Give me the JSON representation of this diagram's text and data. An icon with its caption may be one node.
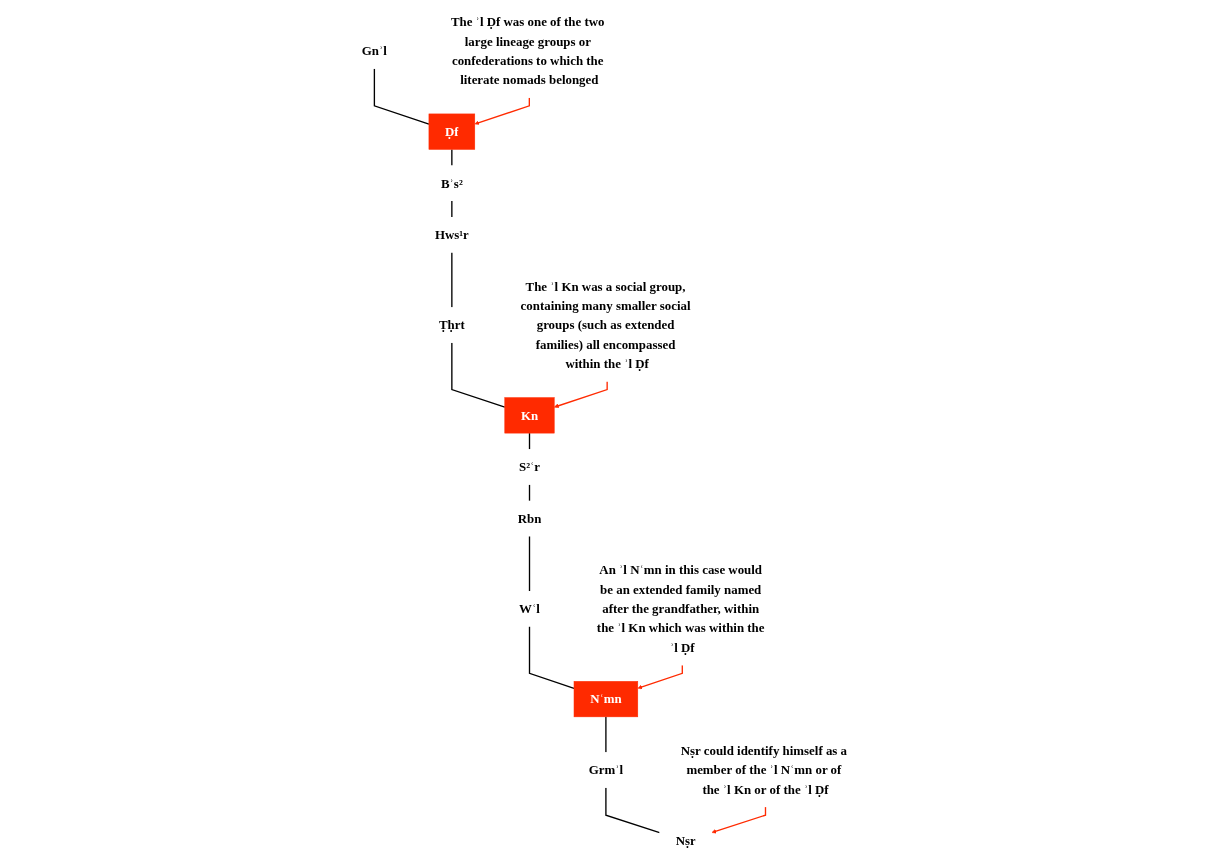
{
  "diagram": {
    "nodes": [
      {
        "text": [
          "Gnʾl"
        ]
      },
      {
        "text": [
          "The ʾl Ḍf was one of the two large lineage groups or confederations to which the literate nomads belonged"
        ]
      },
      {
        "text": [
          "Ḍf"
        ]
      },
      {
        "text": [
          "Bʾs²"
        ]
      },
      {
        "text": [
          "Hws¹r"
        ]
      },
      {
        "text": [
          "Ṭḥrt"
        ]
      },
      {
        "text": [
          "Kn"
        ]
      },
      {
        "text": [
          "The ʾl Kn was a social group, containing many smaller social groups (such as extended families) all encompassed within the ʾl Ḍf"
        ]
      },
      {
        "text": [
          "S²ʿr"
        ]
      },
      {
        "text": [
          "Rbn"
        ]
      },
      {
        "text": [
          "Wʿl"
        ]
      },
      {
        "text": [
          "An ʾl Nʿmn in this case would be an extended family named after the grandfather, within the ʾl Kn which was within the ʾl Ḍf"
        ]
      },
      {
        "text": [
          "Nʿmn"
        ]
      },
      {
        "text": [
          "Grmʾl"
        ]
      },
      {
        "text": [
          "Nṣr could identify himself as a member of the ʾl Nʿmn or of the ʾl Kn or of the ʾl Ḍf"
        ]
      },
      {
        "text": [
          "Nṣr"
        ]
      }
    ],
    "edges": [
      {
        "from": 0,
        "to": 2,
        "arrow": "none"
      },
      {
        "from": 1,
        "to": 2,
        "arrow": "to",
        "color": "#ff2a00"
      },
      {
        "from": 2,
        "to": 3,
        "arrow": "none"
      },
      {
        "from": 3,
        "to": 4,
        "arrow": "none"
      },
      {
        "from": 4,
        "to": 5,
        "arrow": "none"
      },
      {
        "from": 5,
        "to": 6,
        "arrow": "none"
      },
      {
        "from": 7,
        "to": 6,
        "arrow": "to",
        "color": "#ff2a00"
      },
      {
        "from": 6,
        "to": 8,
        "arrow": "none"
      },
      {
        "from": 8,
        "to": 9,
        "arrow": "none"
      },
      {
        "from": 9,
        "to": 10,
        "arrow": "none"
      },
      {
        "from": 10,
        "to": 12,
        "arrow": "none"
      },
      {
        "from": 11,
        "to": 12,
        "arrow": "to",
        "color": "#ff2a00"
      },
      {
        "from": 12,
        "to": 13,
        "arrow": "none"
      },
      {
        "from": 13,
        "to": 15,
        "arrow": "none"
      },
      {
        "from": 14,
        "to": 15,
        "arrow": "to",
        "color": "#ff2a00"
      }
    ]
  }
}
